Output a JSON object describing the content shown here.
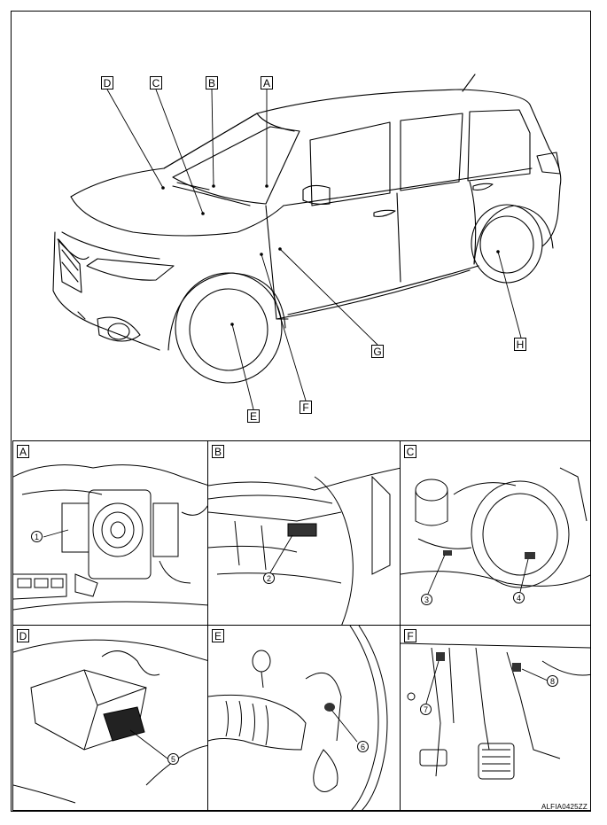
{
  "overview": {
    "callouts": [
      "D",
      "C",
      "B",
      "A",
      "G",
      "H",
      "E",
      "F"
    ]
  },
  "panels": [
    {
      "tag": "A",
      "parts": [
        "1"
      ]
    },
    {
      "tag": "B",
      "parts": [
        "2"
      ]
    },
    {
      "tag": "C",
      "parts": [
        "3",
        "4"
      ]
    },
    {
      "tag": "D",
      "parts": [
        "5"
      ]
    },
    {
      "tag": "E",
      "parts": [
        "6"
      ]
    },
    {
      "tag": "F",
      "parts": [
        "7",
        "8"
      ]
    }
  ],
  "doc_code": "ALFIA0425ZZ"
}
